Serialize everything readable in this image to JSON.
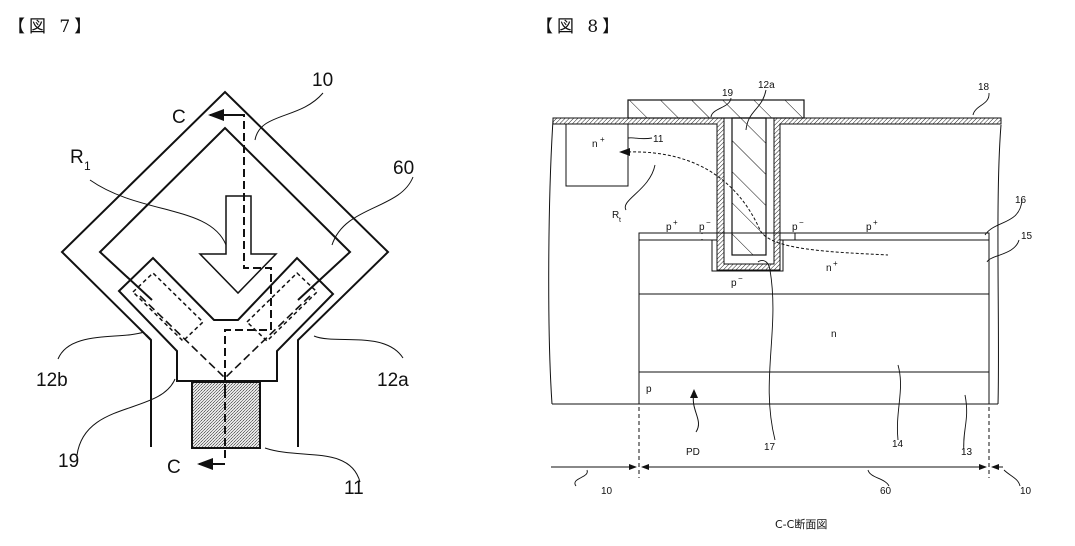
{
  "figures": {
    "fig7": {
      "title": "【図 7】",
      "labels": {
        "ref_10": "10",
        "ref_60": "60",
        "ref_R1_main": "R",
        "ref_R1_sub": "1",
        "ref_12b": "12b",
        "ref_12a": "12a",
        "ref_19": "19",
        "ref_11": "11",
        "section_top": "C",
        "section_bottom": "C"
      }
    },
    "fig8": {
      "title": "【図 8】",
      "caption": "C-C断面図",
      "labels": {
        "ref_19": "19",
        "ref_12a": "12a",
        "ref_18": "18",
        "ref_11": "11",
        "n_plus_top": "n",
        "n_plus_sup": "+",
        "ref_Rt_main": "R",
        "ref_Rt_sub": "t",
        "p_plus_left": "p",
        "p_plus_left_sup": "+",
        "p_minus_left": "p",
        "p_minus_left_sup": "−",
        "p_minus_right": "p",
        "p_minus_right_sup": "−",
        "p_plus_right": "p",
        "p_plus_right_sup": "+",
        "p_minus_bottom": "p",
        "p_minus_bottom_sup": "−",
        "ref_16": "16",
        "ref_15": "15",
        "n_plus_mid": "n",
        "n_plus_mid_sup": "+",
        "n_region": "n",
        "p_region": "p",
        "ref_PD": "PD",
        "ref_17": "17",
        "ref_14": "14",
        "ref_13": "13",
        "dim_10_left": "10",
        "dim_60": "60",
        "dim_10_right": "10"
      }
    }
  }
}
